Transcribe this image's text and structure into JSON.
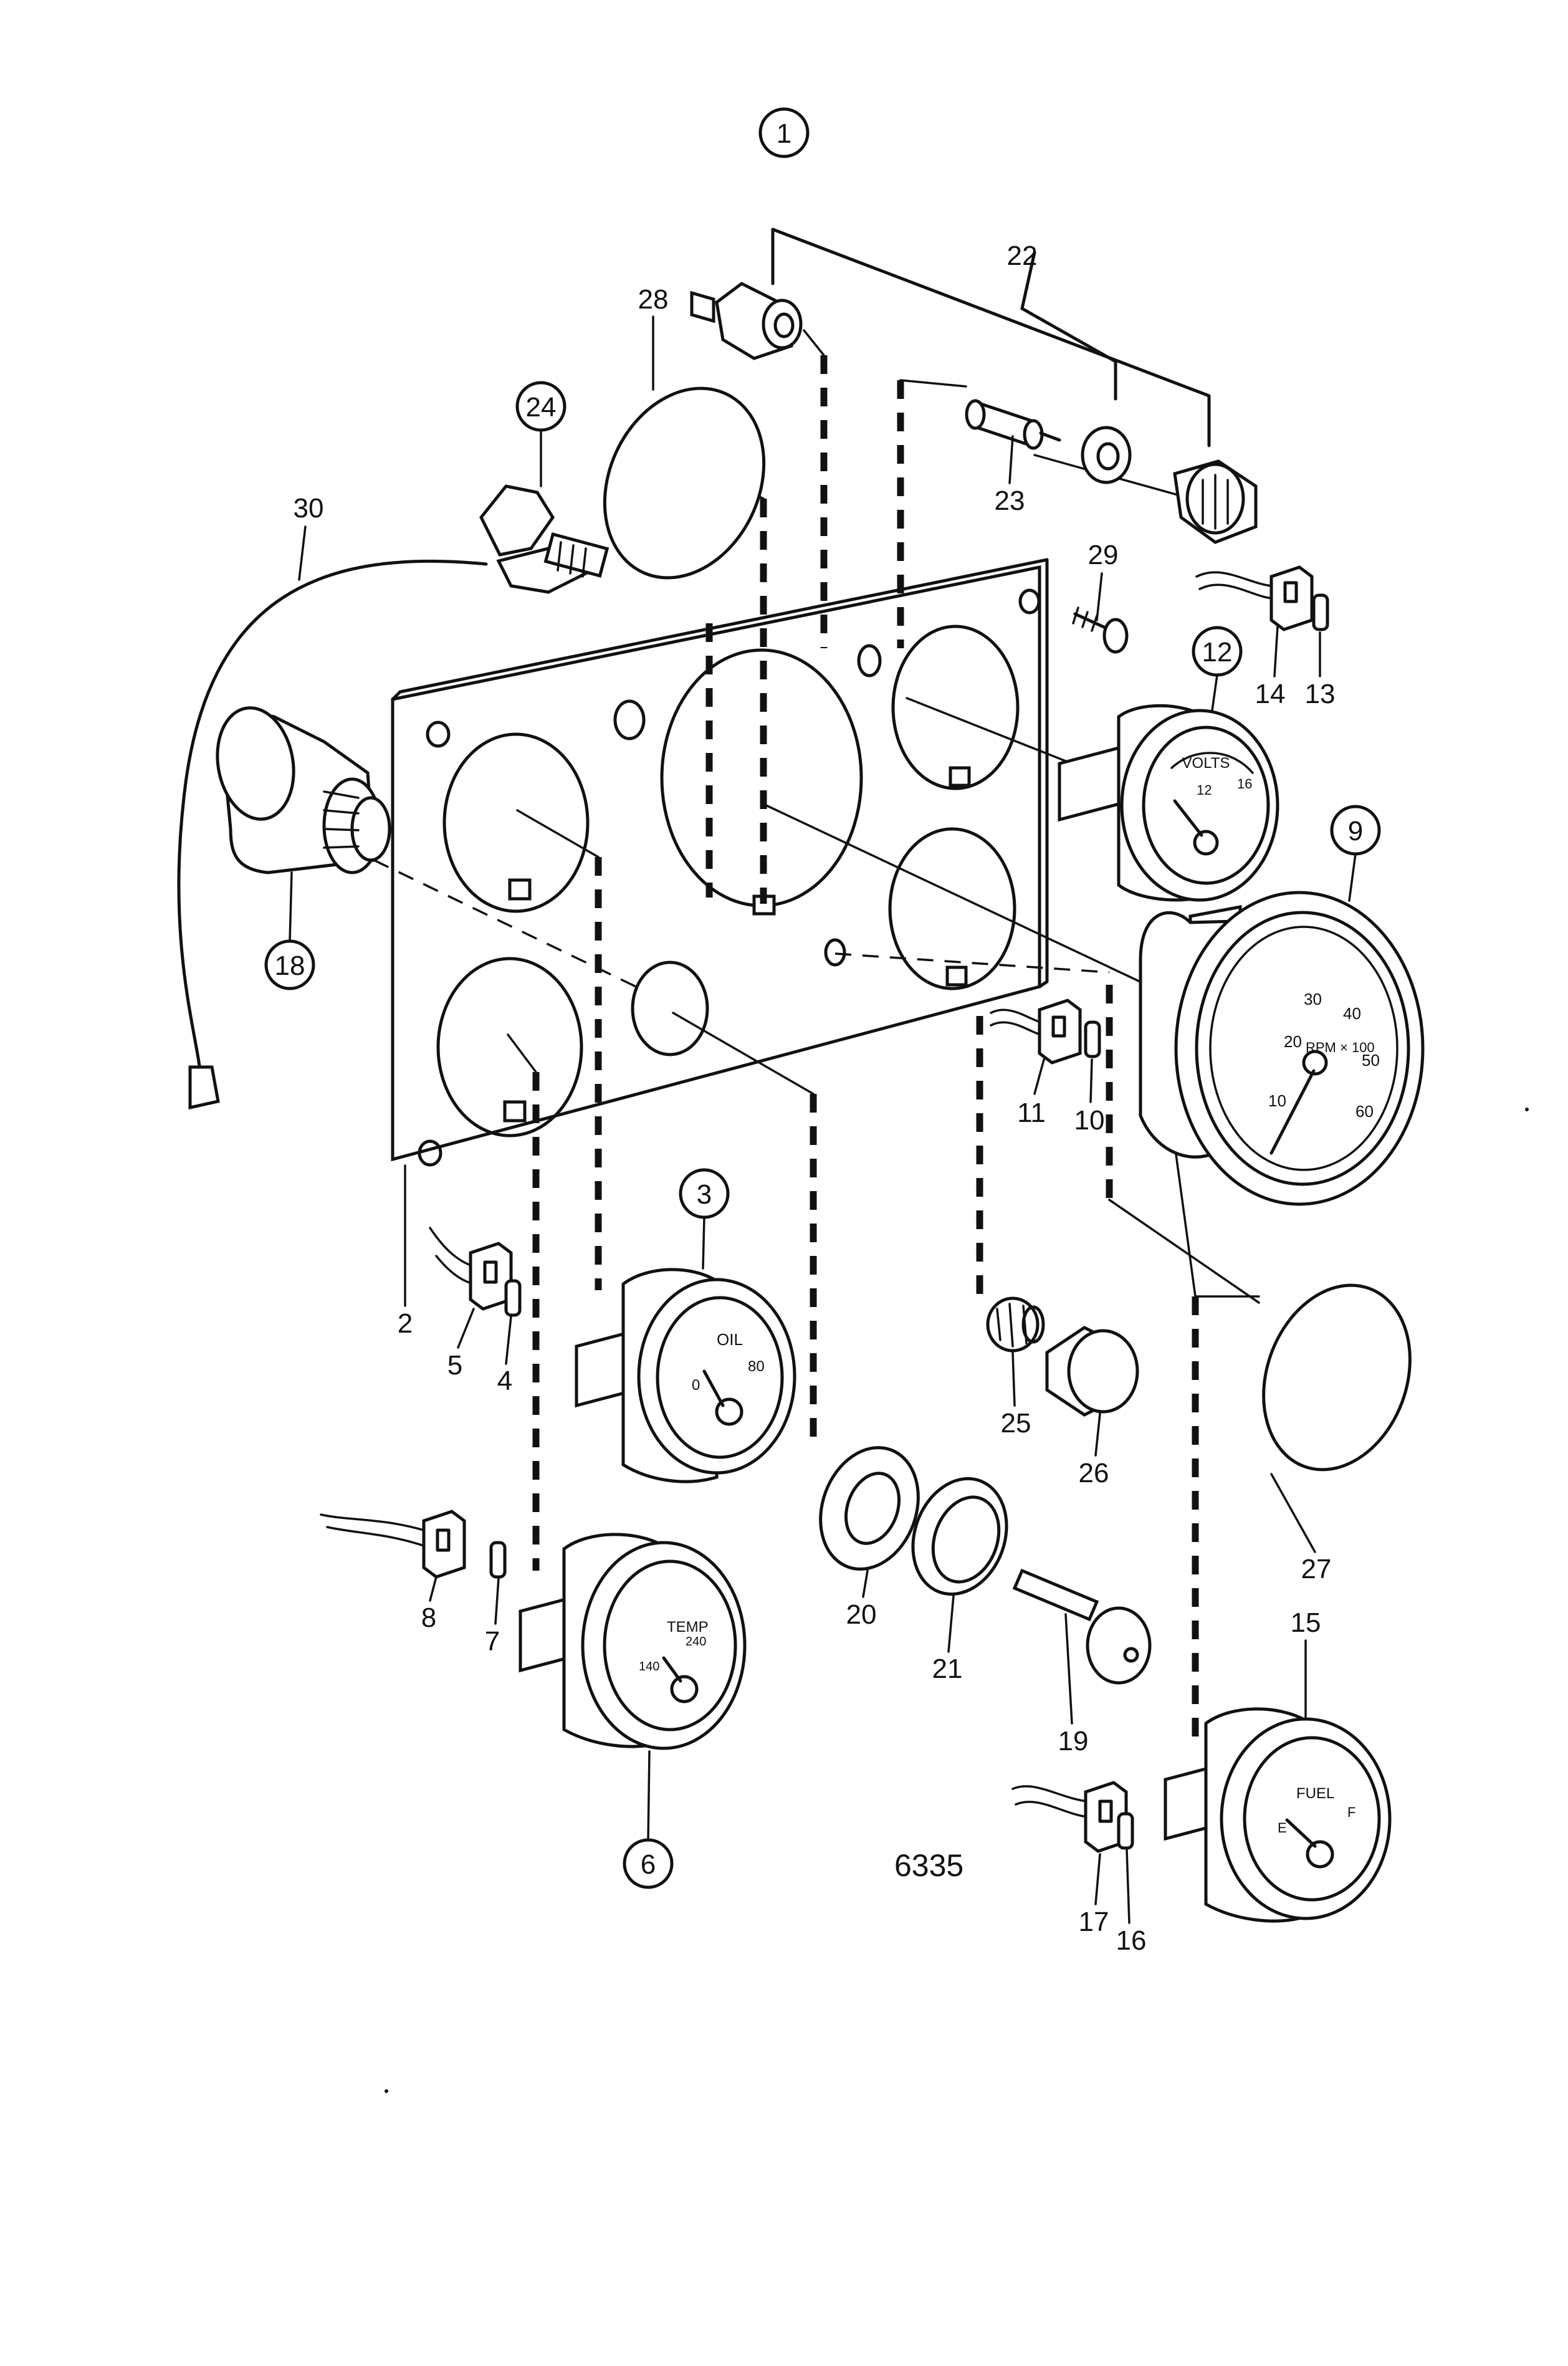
{
  "callouts": {
    "c1": "1",
    "c2": "2",
    "c3": "3",
    "c4": "4",
    "c5": "5",
    "c6": "6",
    "c7": "7",
    "c8": "8",
    "c9": "9",
    "c10": "10",
    "c11": "11",
    "c12": "12",
    "c13": "13",
    "c14": "14",
    "c15": "15",
    "c16": "16",
    "c17": "17",
    "c18": "18",
    "c19": "19",
    "c20": "20",
    "c21": "21",
    "c22": "22",
    "c23": "23",
    "c24": "24",
    "c25": "25",
    "c26": "26",
    "c27": "27",
    "c28": "28",
    "c29": "29",
    "c30": "30"
  },
  "gauges": {
    "volts": {
      "label": "VOLTS",
      "ticks": [
        "12",
        "16"
      ]
    },
    "tacho": {
      "label": "RPM × 100",
      "ticks": [
        "10",
        "20",
        "30",
        "40",
        "50",
        "60"
      ]
    },
    "oil": {
      "label": "OIL",
      "ticks": [
        "0",
        "80"
      ]
    },
    "temp": {
      "label": "TEMP",
      "ticks": [
        "140",
        "240"
      ]
    },
    "fuel": {
      "label": "FUEL",
      "ticks": [
        "E",
        "F"
      ]
    }
  },
  "drawing_code": "6335"
}
